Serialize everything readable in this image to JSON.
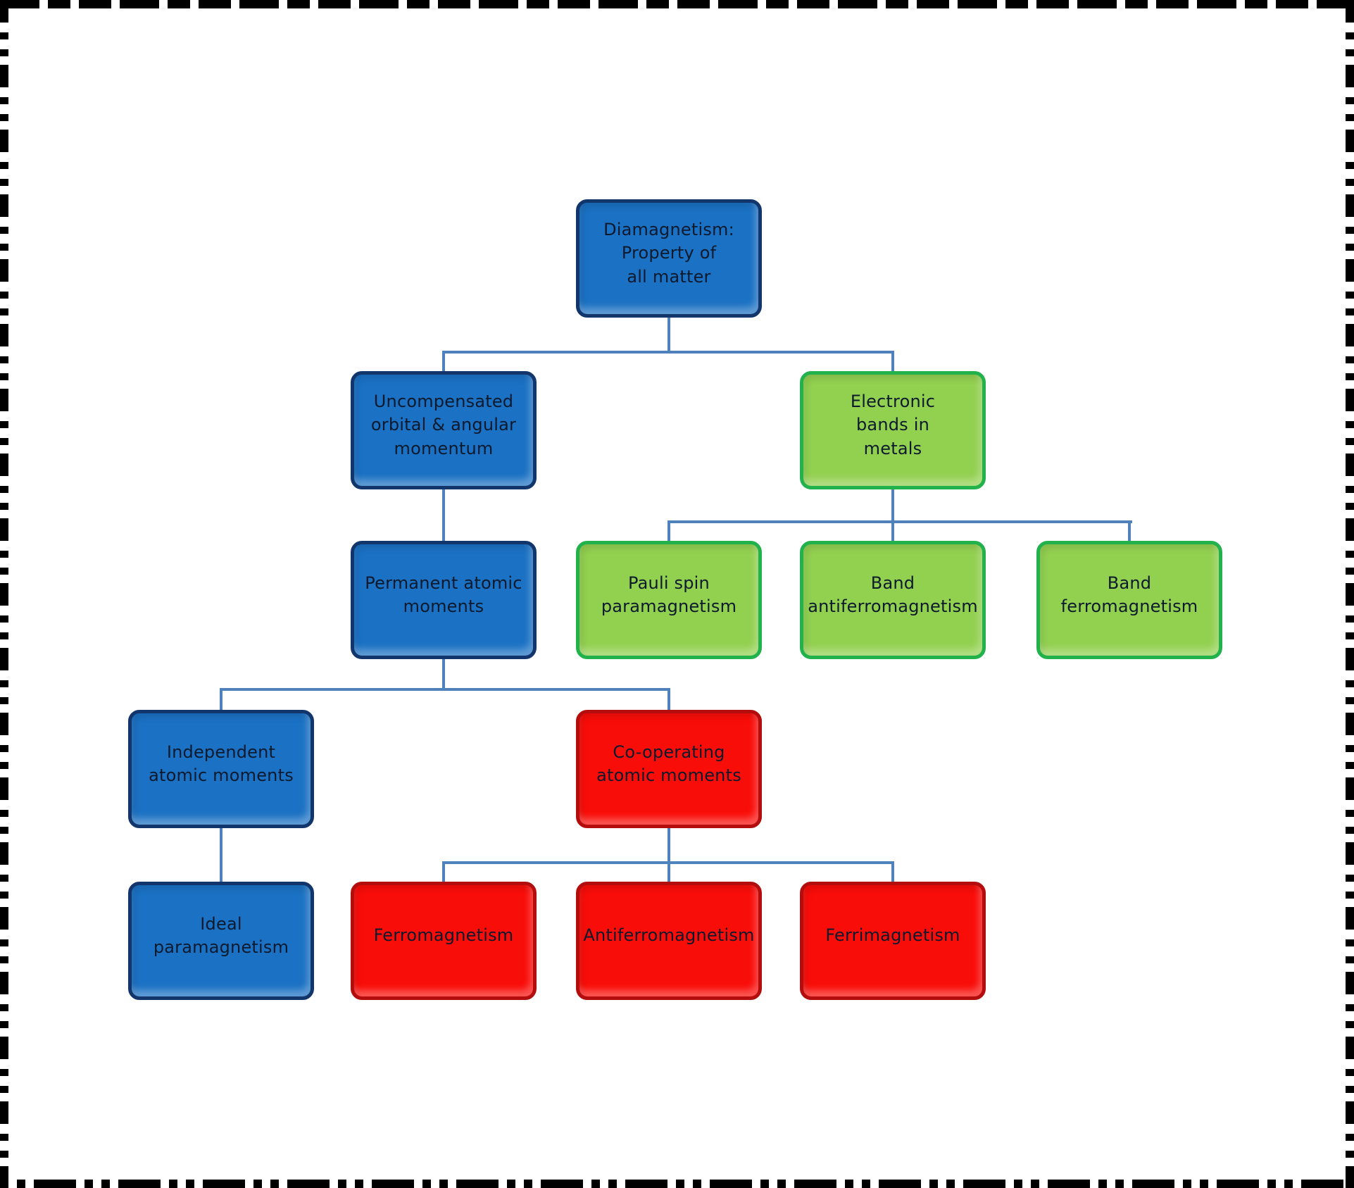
{
  "colors": {
    "canvas": "#ffffff",
    "frame": "#000000",
    "connector": "#4f81bd",
    "node-text": "#0d1a2e",
    "blue-fill": "#1b71c3",
    "blue-border": "#12356b",
    "green-fill": "#92d050",
    "green-border": "#22b24c",
    "red-fill": "#f90d09",
    "red-border": "#b30d0d"
  },
  "nodes": [
    {
      "id": "diamagnetism",
      "variant": "blue",
      "label": "Diamagnetism:\nProperty of\nall matter"
    },
    {
      "id": "uncompensated",
      "variant": "blue",
      "label": "Uncompensated\norbital & angular\nmomentum"
    },
    {
      "id": "electronic-bands",
      "variant": "green",
      "label": "Electronic\nbands in\nmetals"
    },
    {
      "id": "permanent-moments",
      "variant": "blue",
      "label": "Permanent atomic\nmoments"
    },
    {
      "id": "pauli-paramagnetism",
      "variant": "green",
      "label": "Pauli spin\nparamagnetism"
    },
    {
      "id": "band-antiferromagnetism",
      "variant": "green",
      "label": "Band\nantiferromagnetism"
    },
    {
      "id": "band-ferromagnetism",
      "variant": "green",
      "label": "Band\nferromagnetism"
    },
    {
      "id": "independent-moments",
      "variant": "blue",
      "label": "Independent\natomic moments"
    },
    {
      "id": "cooperating-moments",
      "variant": "red",
      "label": "Co-operating\natomic moments"
    },
    {
      "id": "ideal-paramagnetism",
      "variant": "blue",
      "label": "Ideal\nparamagnetism"
    },
    {
      "id": "ferromagnetism",
      "variant": "red",
      "label": "Ferromagnetism"
    },
    {
      "id": "antiferromagnetism",
      "variant": "red",
      "label": "Antiferromagnetism"
    },
    {
      "id": "ferrimagnetism",
      "variant": "red",
      "label": "Ferrimagnetism"
    }
  ],
  "edges": [
    {
      "from": "diamagnetism",
      "to": "uncompensated"
    },
    {
      "from": "diamagnetism",
      "to": "electronic-bands"
    },
    {
      "from": "uncompensated",
      "to": "permanent-moments"
    },
    {
      "from": "electronic-bands",
      "to": "pauli-paramagnetism"
    },
    {
      "from": "electronic-bands",
      "to": "band-antiferromagnetism"
    },
    {
      "from": "electronic-bands",
      "to": "band-ferromagnetism"
    },
    {
      "from": "permanent-moments",
      "to": "independent-moments"
    },
    {
      "from": "permanent-moments",
      "to": "cooperating-moments"
    },
    {
      "from": "independent-moments",
      "to": "ideal-paramagnetism"
    },
    {
      "from": "cooperating-moments",
      "to": "ferromagnetism"
    },
    {
      "from": "cooperating-moments",
      "to": "antiferromagnetism"
    },
    {
      "from": "cooperating-moments",
      "to": "ferrimagnetism"
    }
  ]
}
